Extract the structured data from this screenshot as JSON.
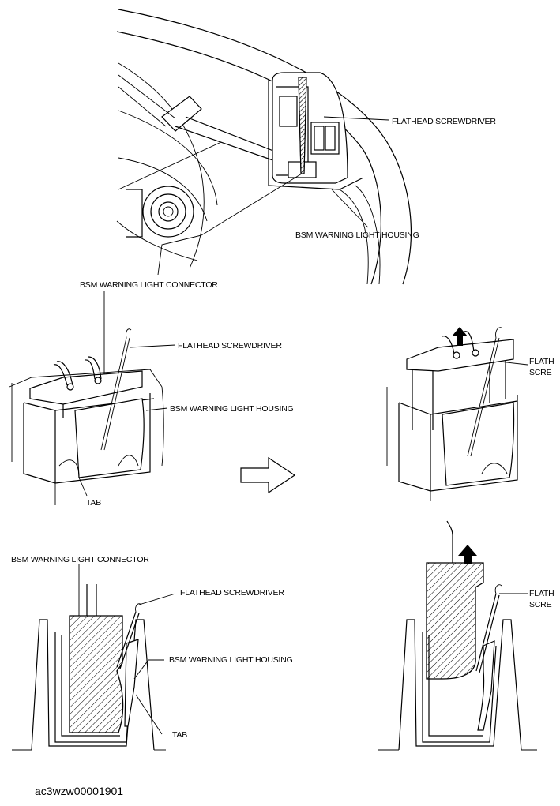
{
  "labels": {
    "top_screwdriver": "FLATHEAD SCREWDRIVER",
    "top_housing": "BSM WARNING LIGHT HOUSING",
    "top_connector": "BSM WARNING LIGHT CONNECTOR",
    "mid_screwdriver": "FLATHEAD SCREWDRIVER",
    "mid_housing": "BSM WARNING LIGHT HOUSING",
    "mid_tab": "TAB",
    "mid_right_screwdriver_l1": "FLATH",
    "mid_right_screwdriver_l2": "SCRE",
    "bot_connector": "BSM WARNING LIGHT CONNECTOR",
    "bot_screwdriver": "FLATHEAD SCREWDRIVER",
    "bot_housing": "BSM WARNING LIGHT HOUSING",
    "bot_tab": "TAB",
    "bot_right_screwdriver_l1": "FLATH",
    "bot_right_screwdriver_l2": "SCRE"
  },
  "figure_id": "ac3wzw00001901"
}
